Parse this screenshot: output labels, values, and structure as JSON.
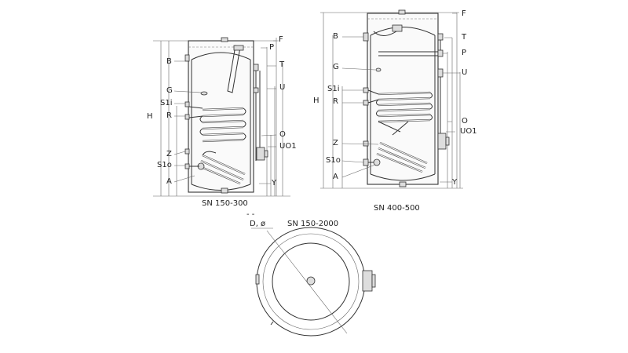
{
  "small_tank": {
    "caption": "SN 150-300",
    "labels": {
      "F": "F",
      "P": "P",
      "B": "B",
      "T": "T",
      "G": "G",
      "U": "U",
      "S1i": "S1i",
      "R": "R",
      "O": "O",
      "UO1": "UO1",
      "Z": "Z",
      "S1o": "S1o",
      "A": "A",
      "Y": "Y",
      "H": "H"
    }
  },
  "large_tank": {
    "caption": "SN 400-500",
    "labels": {
      "F": "F",
      "B": "B",
      "T": "T",
      "P": "P",
      "G": "G",
      "U": "U",
      "S1i": "S1i",
      "R": "R",
      "O": "O",
      "UO1": "UO1",
      "Z": "Z",
      "S1o": "S1o",
      "A": "A",
      "Y": "Y",
      "H": "H"
    }
  },
  "top_view": {
    "caption": "SN 150-2000",
    "diameter_label": "D, ø",
    "dash_mark": "- -"
  }
}
